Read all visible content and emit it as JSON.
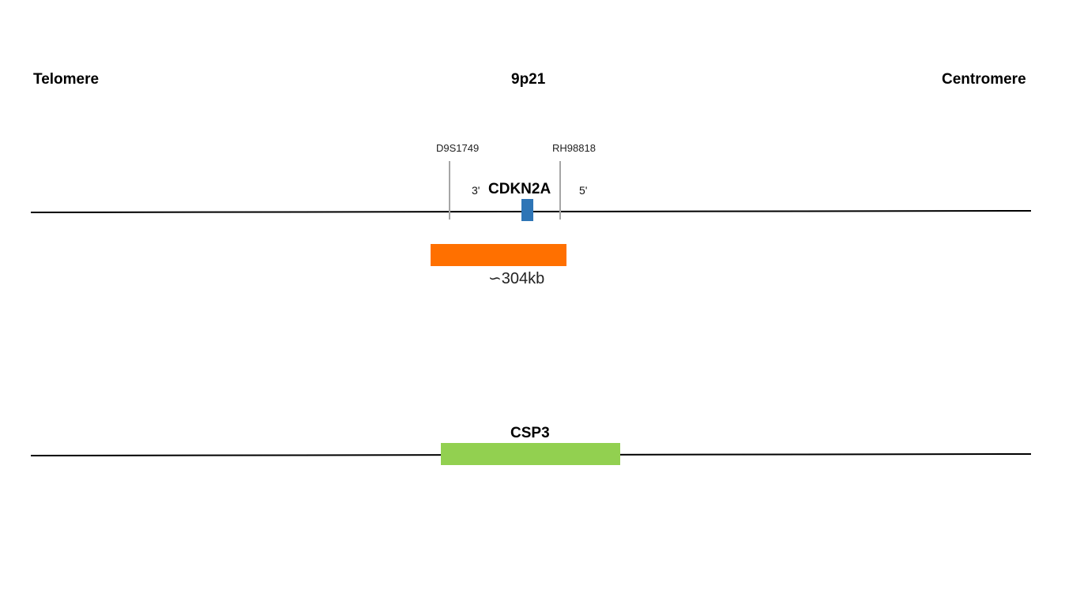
{
  "header": {
    "left_label": "Telomere",
    "center_label": "9p21",
    "right_label": "Centromere"
  },
  "locus": {
    "markers": [
      {
        "name": "D9S1749"
      },
      {
        "name": "RH98818"
      }
    ],
    "gene": {
      "name": "CDKN2A",
      "strand_left": "3'",
      "strand_right": "5'",
      "color": "#2E75B6"
    },
    "deletion": {
      "size_label": "∽304kb",
      "color": "#FF7000"
    }
  },
  "probe": {
    "name": "CSP3",
    "color": "#92D050"
  },
  "colors": {
    "chromosome_line": "#000000",
    "marker_line": "#A6A6A6"
  }
}
